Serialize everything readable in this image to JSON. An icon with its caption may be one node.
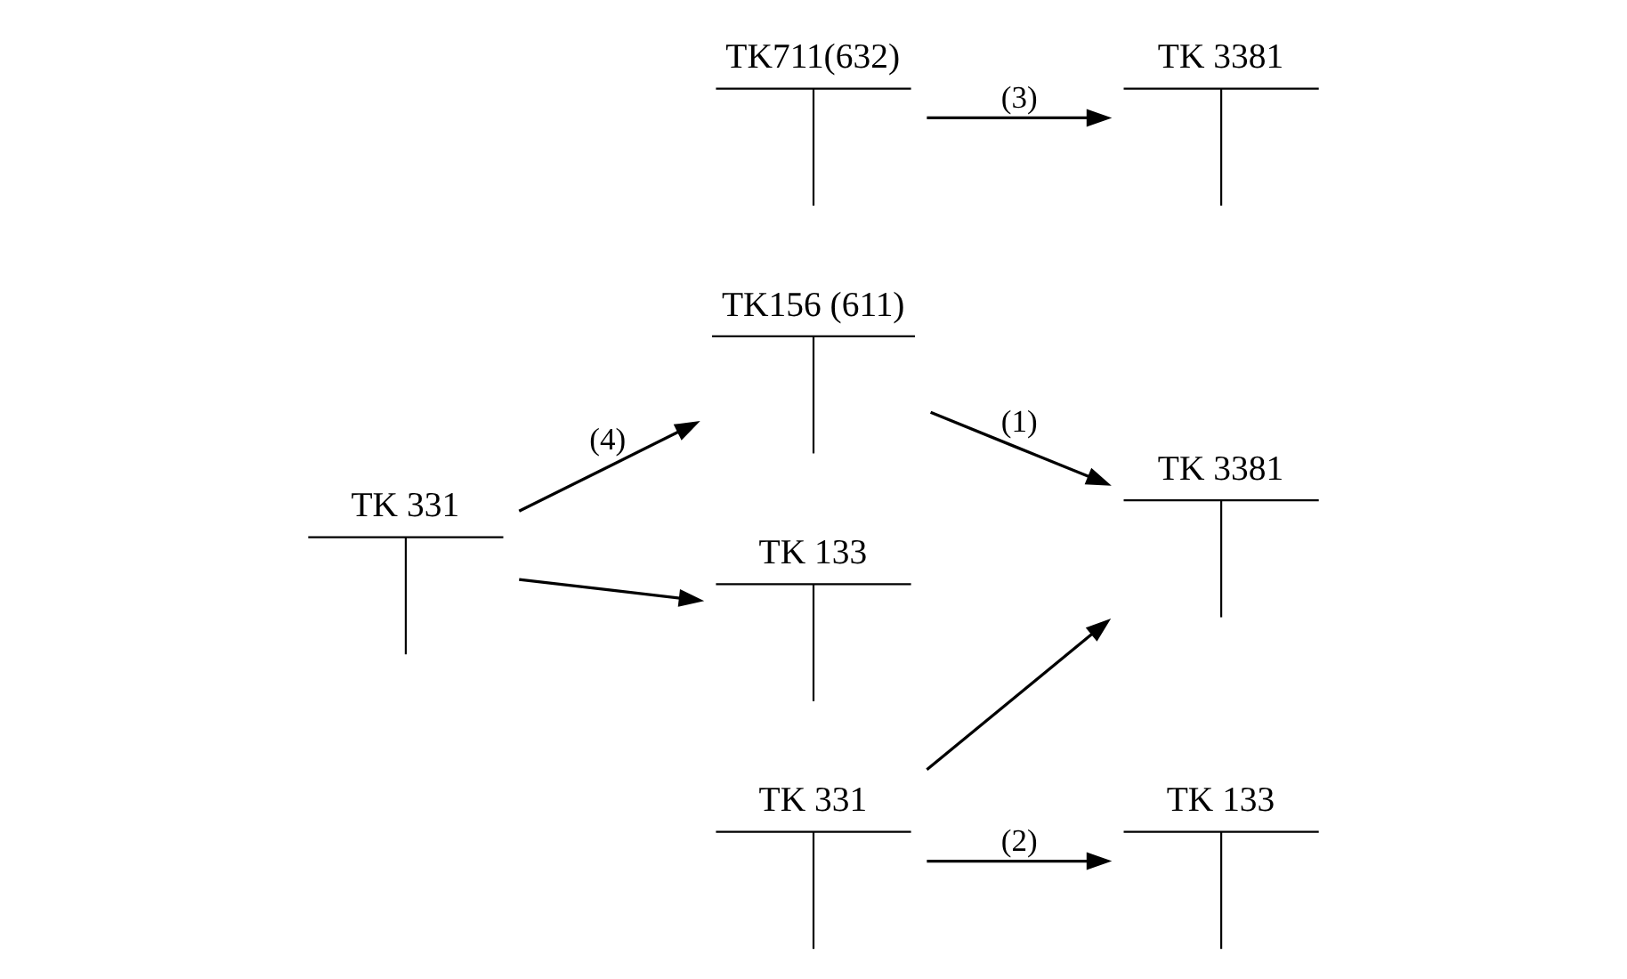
{
  "diagram": {
    "nodes": [
      {
        "text": [
          "TK 331"
        ]
      },
      {
        "text": [
          "TK156 (611)"
        ]
      },
      {
        "text": [
          "TK 3381"
        ]
      },
      {
        "text": [
          "TK 133"
        ]
      },
      {
        "text": [
          "TK 331"
        ]
      },
      {
        "text": [
          "TK 133"
        ]
      },
      {
        "text": [
          "TK711(632)"
        ]
      },
      {
        "text": [
          "TK 3381"
        ]
      }
    ],
    "edges": [
      {
        "from": 0,
        "to": 1,
        "arrow": "to",
        "label": "(4)"
      },
      {
        "from": 0,
        "to": 3,
        "arrow": "to"
      },
      {
        "from": 1,
        "to": 2,
        "arrow": "to",
        "label": "(1)"
      },
      {
        "from": 4,
        "to": 2,
        "arrow": "to"
      },
      {
        "from": 4,
        "to": 5,
        "arrow": "to",
        "label": "(2)"
      },
      {
        "from": 6,
        "to": 7,
        "arrow": "to",
        "label": "(3)"
      }
    ]
  }
}
